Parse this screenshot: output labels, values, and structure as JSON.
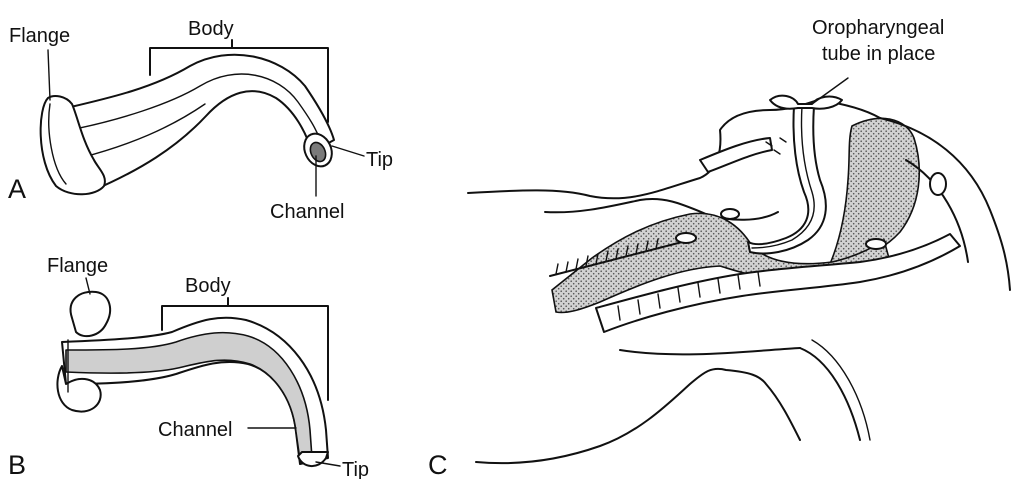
{
  "panel_a": {
    "letter": "A",
    "flange": "Flange",
    "body": "Body",
    "tip": "Tip",
    "channel": "Channel"
  },
  "panel_b": {
    "letter": "B",
    "flange": "Flange",
    "body": "Body",
    "tip": "Tip",
    "channel": "Channel"
  },
  "panel_c": {
    "letter": "C",
    "caption_line1": "Oropharyngeal",
    "caption_line2": "tube in place"
  }
}
